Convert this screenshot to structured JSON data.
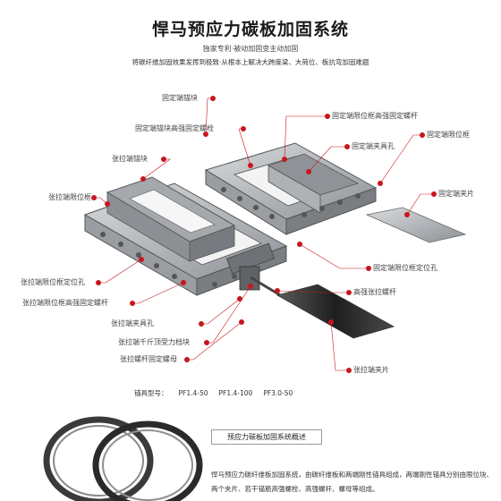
{
  "header": {
    "title": "悍马预应力碳板加固系统",
    "subtitle": "独家专利·被动加固变主动加固",
    "tagline": "将碳纤维加固效果发挥到极致·从根本上解决大跨度梁、大荷位、板抗弯加固难题"
  },
  "labels": {
    "fixed_anchor_block": "固定端锚块",
    "fixed_anchor_bolt": "固定端锚块高强固定螺栓",
    "fixed_frame_bolt": "固定端限位框高强固定螺杆",
    "fixed_limit_frame": "固定端限位框",
    "fixed_clamp_hole": "固定端夹具孔",
    "fixed_clamp_plate": "固定端夹片",
    "tension_anchor_block": "张拉端锚块",
    "tension_limit_frame": "张拉端限位框",
    "fixed_frame_hole": "固定端限位框定位孔",
    "tension_frame_hole": "张拉端限位框定位孔",
    "high_strength_rod": "高强张拉螺杆",
    "tension_frame_bolt": "张拉端限位框高强固定螺杆",
    "tension_clamp_hole": "张拉端夹具孔",
    "jack_block": "张拉端千斤顶受力档块",
    "rod_nut": "张拉螺杆固定螺母",
    "tension_clamp_plate": "张拉端夹片"
  },
  "models": {
    "label": "锚具型号：",
    "items": [
      "PF1.4-50",
      "PF1.4-100",
      "PF3.0-50"
    ]
  },
  "summary": {
    "heading": "预应力碳板加固系统概述",
    "text": "悍马预应力碳纤维板加固系统，由碳纤维板和两端刚性锚具组成，两端刚性锚具分别由限位块、两个夹片、若干锚筋高强螺栓、高强螺杆、螺母等组成。"
  },
  "colors": {
    "marker": "#c8161d",
    "steel": "#b9bcc0",
    "steel_dark": "#6e7277",
    "carbon": "#2b2b2b"
  }
}
